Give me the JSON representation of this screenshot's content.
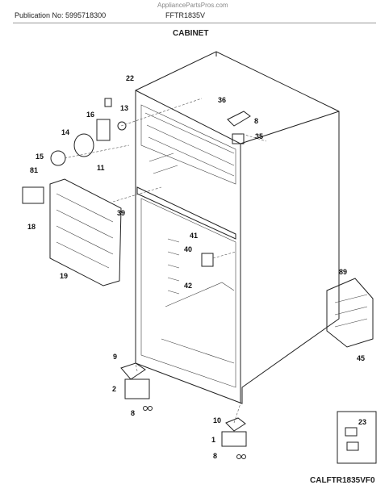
{
  "header": {
    "site": "AppliancePartsPros.com",
    "publication": "Publication No: 5995718300",
    "model": "FFTR1835V",
    "section": "CABINET"
  },
  "footer": {
    "code": "CALFTR1835VF0"
  },
  "callouts": [
    "22",
    "36",
    "8",
    "35",
    "13",
    "16",
    "14",
    "15",
    "11",
    "81",
    "18",
    "39",
    "41",
    "40",
    "42",
    "19",
    "89",
    "45",
    "9",
    "2",
    "8",
    "10",
    "1",
    "8",
    "23"
  ]
}
